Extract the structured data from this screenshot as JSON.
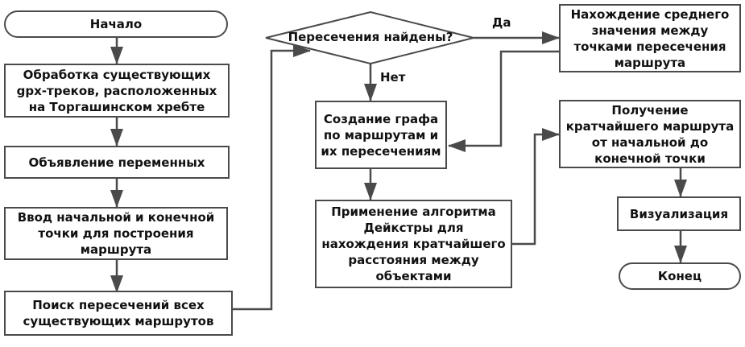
{
  "diagram": {
    "type": "flowchart",
    "colors": {
      "stroke": "#4a4a4a",
      "fill": "#ffffff",
      "text": "#111111"
    },
    "nodes": {
      "start": {
        "kind": "terminal",
        "text": "Начало"
      },
      "process_gpx": {
        "kind": "process",
        "text": "Обработка существующих gpx-треков, расположенных на Торгашинском хребте"
      },
      "declare_vars": {
        "kind": "process",
        "text": "Объявление переменных"
      },
      "input_points": {
        "kind": "process",
        "text": "Ввод начальной и конечной точки для построения маршрута"
      },
      "find_intersections": {
        "kind": "process",
        "text": "Поиск пересечений всех существующих маршрутов"
      },
      "decision": {
        "kind": "decision",
        "text": "Пересечения найдены?"
      },
      "average_points": {
        "kind": "process",
        "text": "Нахождение среднего значения между точками пересечения маршрута"
      },
      "build_graph": {
        "kind": "process",
        "text": "Создание графа по маршрутам и их пересечениям"
      },
      "dijkstra": {
        "kind": "process",
        "text": "Применение алгоритма Дейкстры для нахождения кратчайшего расстояния между объектами"
      },
      "shortest_route": {
        "kind": "process",
        "text": "Получение кратчайшего маршрута от начальной до конечной точки"
      },
      "visualization": {
        "kind": "process",
        "text": "Визуализация"
      },
      "end": {
        "kind": "terminal",
        "text": "Конец"
      }
    },
    "edge_labels": {
      "yes": "Да",
      "no": "Нет"
    },
    "edges": [
      {
        "from": "start",
        "to": "process_gpx"
      },
      {
        "from": "process_gpx",
        "to": "declare_vars"
      },
      {
        "from": "declare_vars",
        "to": "input_points"
      },
      {
        "from": "input_points",
        "to": "find_intersections"
      },
      {
        "from": "find_intersections",
        "to": "decision"
      },
      {
        "from": "decision",
        "to": "average_points",
        "label": "Да"
      },
      {
        "from": "decision",
        "to": "build_graph",
        "label": "Нет"
      },
      {
        "from": "average_points",
        "to": "build_graph"
      },
      {
        "from": "build_graph",
        "to": "dijkstra"
      },
      {
        "from": "dijkstra",
        "to": "shortest_route"
      },
      {
        "from": "shortest_route",
        "to": "visualization"
      },
      {
        "from": "visualization",
        "to": "end"
      }
    ]
  }
}
